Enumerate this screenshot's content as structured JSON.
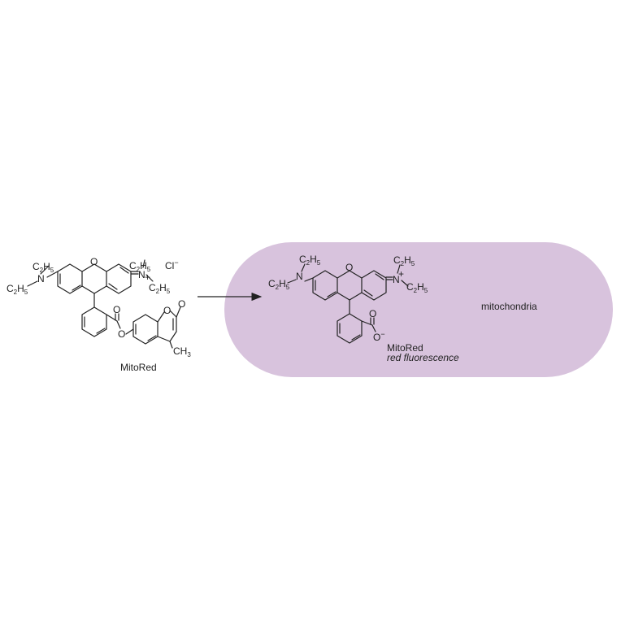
{
  "colors": {
    "compartment_fill": "#d8c3dd",
    "ink": "#222222",
    "background": "#ffffff"
  },
  "left": {
    "compound_name": "MitoRed",
    "counter_ion": "Cl",
    "counter_charge": "−",
    "ethyl_C": "C",
    "ethyl_H": "H",
    "ethyl_c_count": "2",
    "ethyl_h_count": "5",
    "amine_N": "N",
    "cation_charge": "+",
    "xanthene_O": "O",
    "ester_carbonyl_O": "O",
    "ester_O": "O",
    "lactone_ring_O": "O",
    "lactone_carbonyl_O": "O",
    "methyl_C": "C",
    "methyl_H": "H",
    "methyl_h_count": "3"
  },
  "right": {
    "compartment_label": "mitochondria",
    "compound_name": "MitoRed",
    "description": "red fluorescence",
    "ethyl_C": "C",
    "ethyl_H": "H",
    "ethyl_c_count": "2",
    "ethyl_h_count": "5",
    "amine_N": "N",
    "cation_charge": "+",
    "xanthene_O": "O",
    "carboxylate_O": "O",
    "carboxylate_O2": "O",
    "anion_charge": "−"
  }
}
